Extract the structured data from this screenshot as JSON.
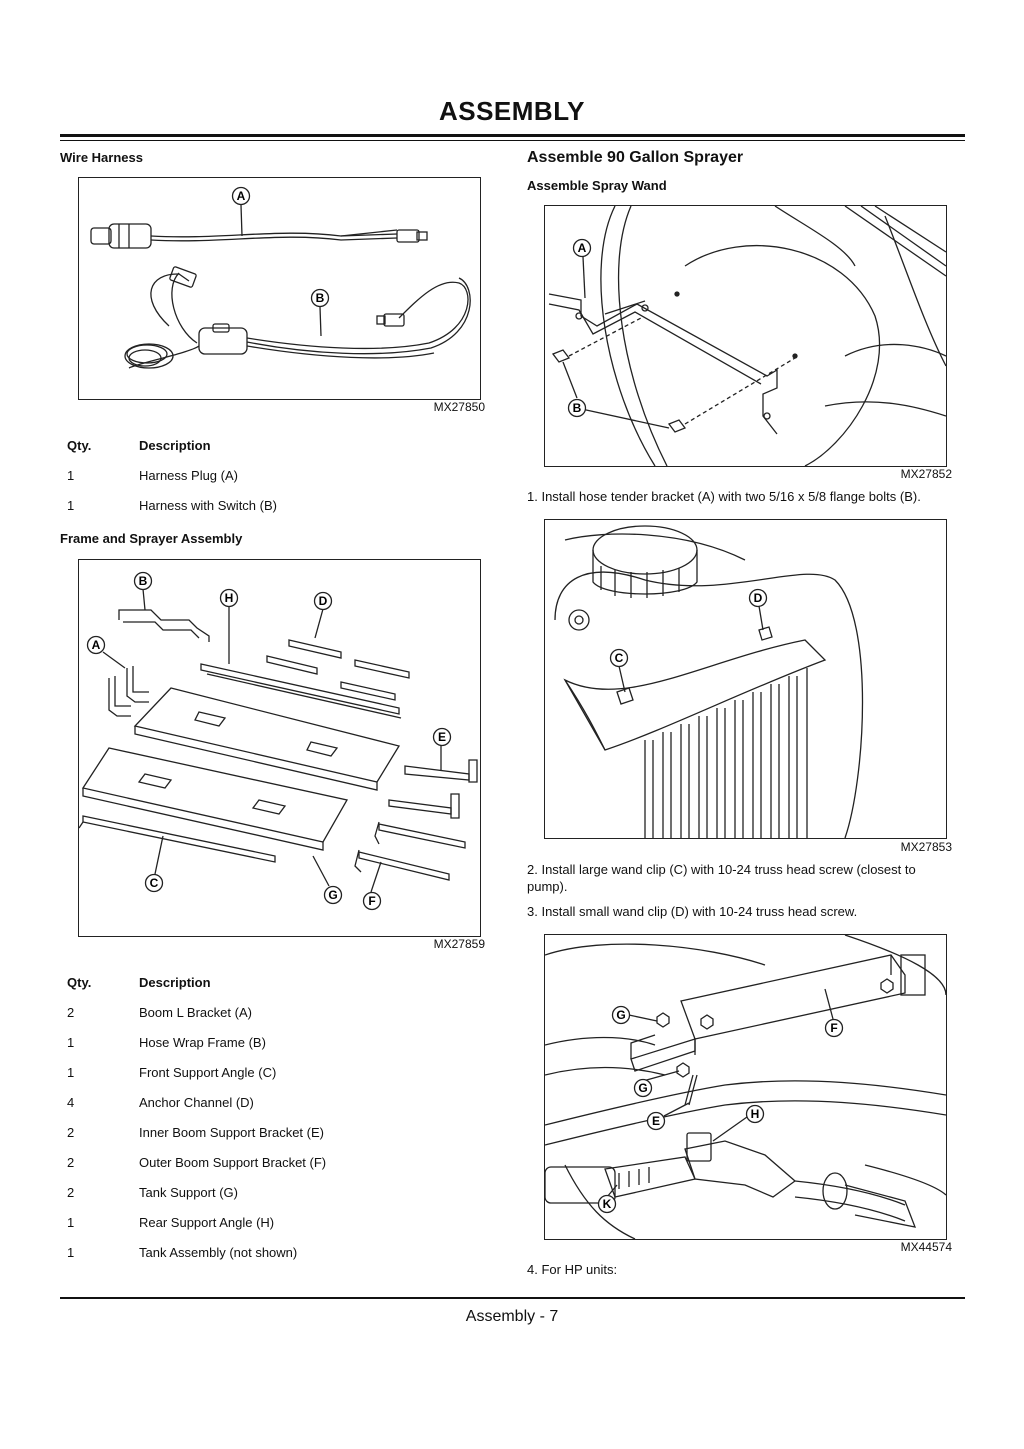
{
  "page": {
    "title": "ASSEMBLY",
    "footer": "Assembly - 7"
  },
  "left": {
    "wire_harness": {
      "heading": "Wire Harness",
      "figure_code": "MX27850",
      "callouts": [
        "A",
        "B"
      ],
      "table": {
        "headers": [
          "Qty.",
          "Description"
        ],
        "rows": [
          {
            "qty": "1",
            "desc": "Harness Plug (A)"
          },
          {
            "qty": "1",
            "desc": "Harness with Switch (B)"
          }
        ]
      }
    },
    "frame": {
      "heading": "Frame and Sprayer Assembly",
      "figure_code": "MX27859",
      "callouts": [
        "B",
        "H",
        "D",
        "A",
        "E",
        "C",
        "G",
        "F"
      ],
      "table": {
        "headers": [
          "Qty.",
          "Description"
        ],
        "rows": [
          {
            "qty": "2",
            "desc": "Boom L Bracket (A)"
          },
          {
            "qty": "1",
            "desc": "Hose Wrap Frame (B)"
          },
          {
            "qty": "1",
            "desc": "Front Support Angle (C)"
          },
          {
            "qty": "4",
            "desc": "Anchor Channel (D)"
          },
          {
            "qty": "2",
            "desc": "Inner Boom Support Bracket (E)"
          },
          {
            "qty": "2",
            "desc": "Outer Boom Support Bracket (F)"
          },
          {
            "qty": "2",
            "desc": "Tank Support (G)"
          },
          {
            "qty": "1",
            "desc": "Rear Support Angle (H)"
          },
          {
            "qty": "1",
            "desc": "Tank Assembly (not shown)"
          }
        ]
      }
    }
  },
  "right": {
    "heading": "Assemble 90 Gallon Sprayer",
    "subheading": "Assemble Spray Wand",
    "fig1": {
      "code": "MX27852",
      "callouts": [
        "A",
        "B"
      ]
    },
    "step1": "1. Install hose tender bracket (A) with two 5/16 x 5/8 flange bolts (B).",
    "fig2": {
      "code": "MX27853",
      "callouts": [
        "D",
        "C"
      ]
    },
    "step2": "2. Install large wand clip (C) with 10-24 truss head screw (closest to pump).",
    "step3": "3. Install small wand clip (D) with 10-24 truss head screw.",
    "fig3": {
      "code": "MX44574",
      "callouts": [
        "G",
        "F",
        "G",
        "E",
        "H",
        "K"
      ]
    },
    "step4": "4. For HP units:"
  }
}
